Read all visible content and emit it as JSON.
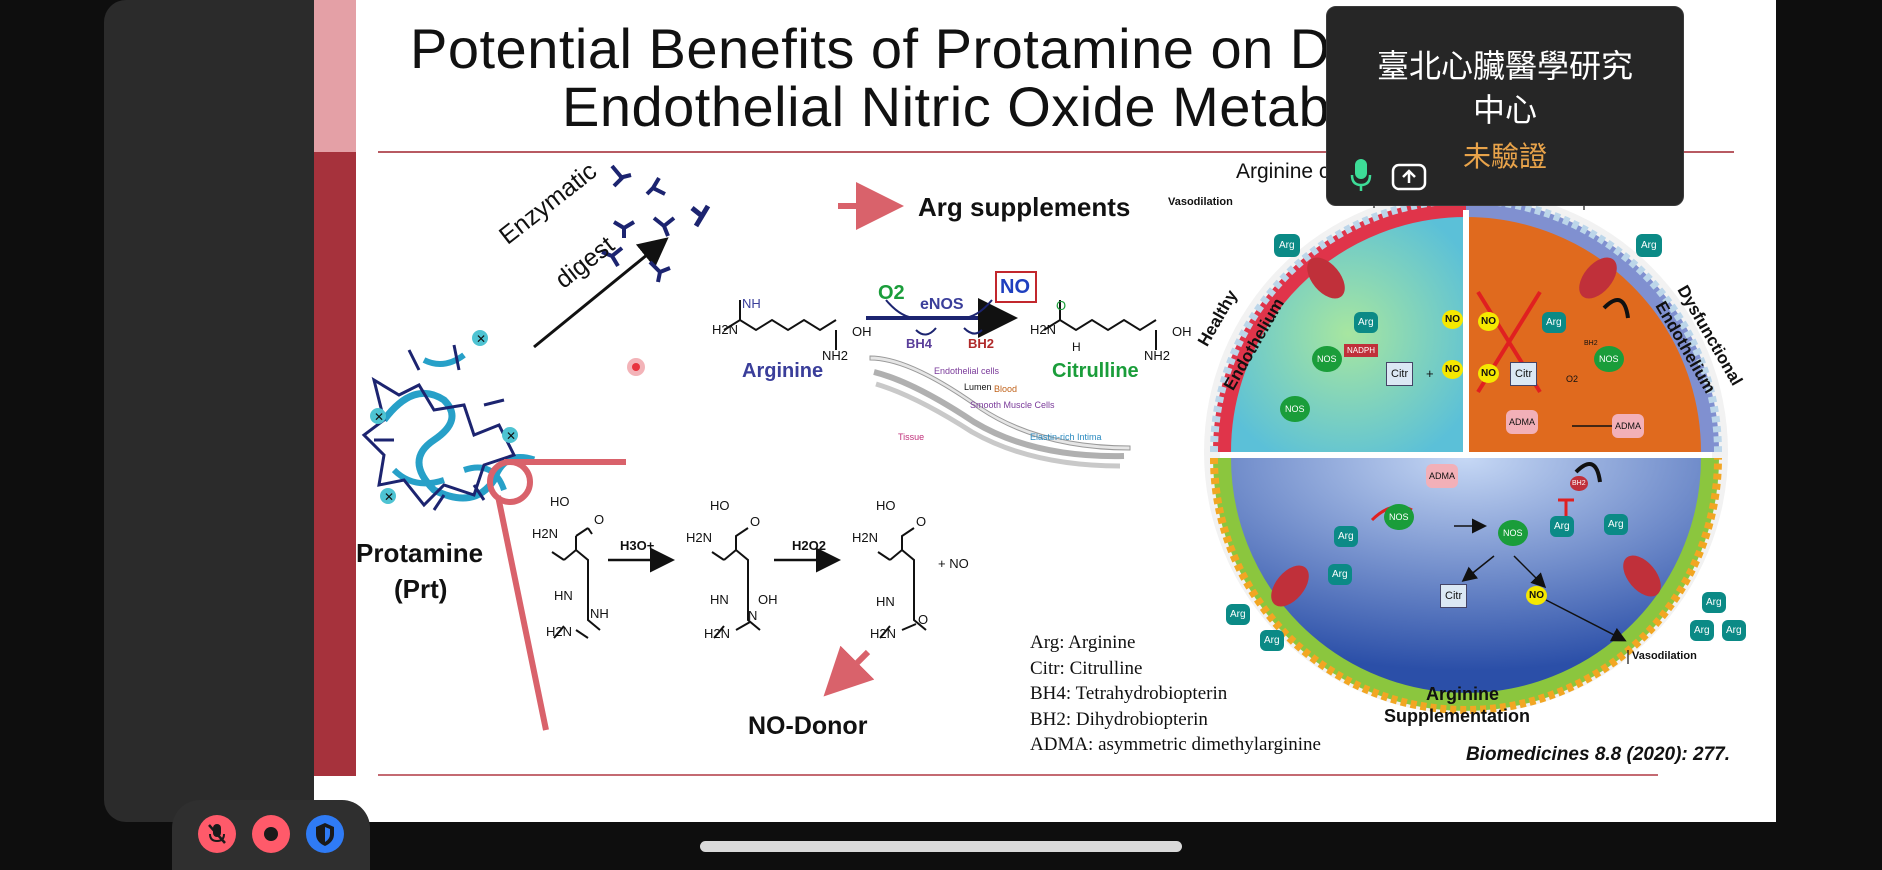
{
  "slide": {
    "title_line1": "Potential Benefits of Protamine on Dysfun",
    "title_line2": "Endothelial Nitric Oxide Metabolism",
    "enzymatic_line1": "Enzymatic",
    "enzymatic_line2": "digest",
    "arg_supplements": "Arg supplements",
    "protamine_line1": "Protamine",
    "protamine_line2": "(Prt)",
    "no_donor": "NO-Donor",
    "reaction": {
      "o2": "O2",
      "enos": "eNOS",
      "no": "NO",
      "bh4": "BH4",
      "bh2": "BH2",
      "arginine": "Arginine",
      "citrulline": "Citrulline",
      "h2n_left": "H2N",
      "nh_top": "NH",
      "nh2_bottom": "NH2",
      "oh": "OH",
      "o_label": "O",
      "h_label": "H"
    },
    "vessel_labels": {
      "endothelial_cells": "Endothelial cells",
      "lumen": "Lumen",
      "blood": "Blood",
      "smooth_muscle": "Smooth Muscle Cells",
      "tissue": "Tissue",
      "elastin": "Elastin-rich Intima"
    },
    "chem": {
      "h3o": "H3O+",
      "h2o2": "H2O2",
      "plus_no": "+   NO",
      "ho": "HO",
      "o": "O",
      "h2n": "H2N",
      "hn": "HN",
      "nh": "NH",
      "oh": "OH",
      "n": "N"
    },
    "abbreviations": [
      "Arg: Arginine",
      "Citr: Citrulline",
      "BH4: Tetrahydrobiopterin",
      "BH2: Dihydrobiopterin",
      "ADMA: asymmetric dimethylarginine"
    ],
    "citation": "Biomedicines 8.8 (2020): 277.",
    "arginine_can_reve": "Arginine can reve",
    "cell_diagram": {
      "vasodilation_top": "Vasodilation",
      "vasodilation_top2": "Vasodilation",
      "healthy_line1": "Healthy",
      "healthy_line2": "Endothelium",
      "dysfunctional_line1": "Dysfunctional",
      "dysfunctional_line2": "Endothelium",
      "arginine_supp_line1": "Arginine",
      "arginine_supp_line2": "Supplementation",
      "vasodilation_bottom": "Vasodilation",
      "arg": "Arg",
      "no": "NO",
      "nos": "NOS",
      "citr": "Citr",
      "nadph": "NADPH",
      "adma": "ADMA",
      "bh2": "BH2",
      "o2": "O2",
      "plus": "+"
    }
  },
  "overlay": {
    "org_name_line1": "臺北心臟醫學研究",
    "org_name_line2": "中心",
    "status": "未驗證",
    "mic_icon": "microphone-icon",
    "share_icon": "screen-share-icon"
  },
  "call_controls": {
    "mute_icon": "mic-off-icon",
    "record_icon": "record-icon",
    "shield_icon": "shield-icon"
  },
  "colors": {
    "accent_red": "#d9626b",
    "sidebar_red": "#a6323c",
    "nos_green": "#1a9d3a",
    "arg_teal": "#0b8a86",
    "status_orange": "#e8a34a",
    "mute_red": "#ff5a6a",
    "shield_blue": "#2f7bf5"
  }
}
